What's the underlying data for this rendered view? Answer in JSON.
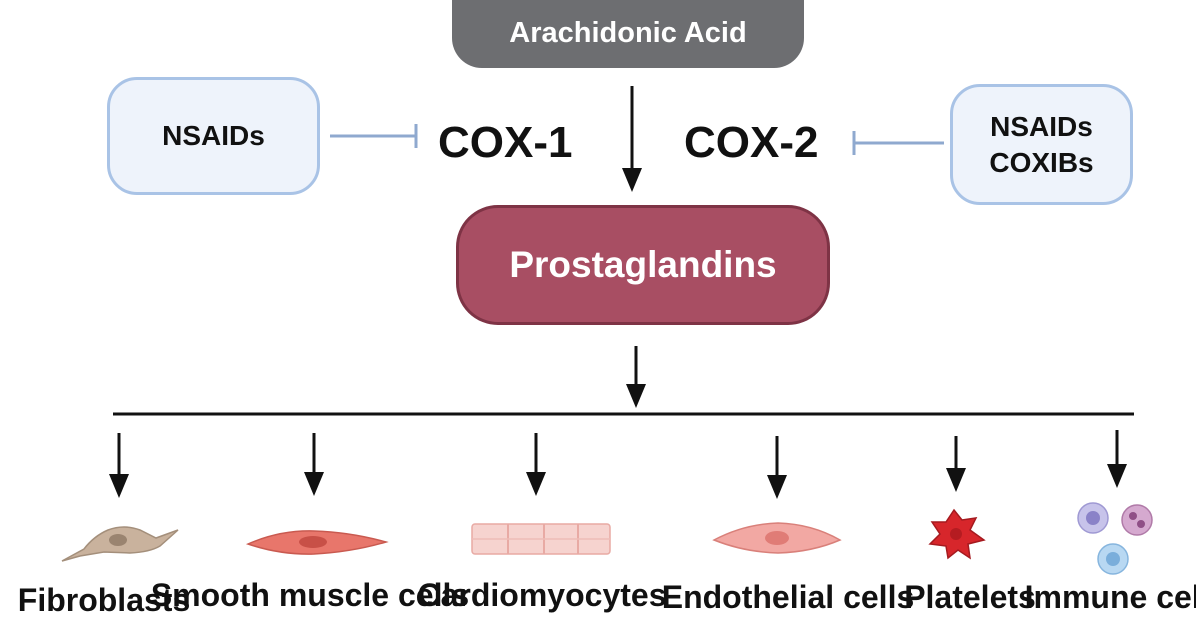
{
  "source": {
    "label": "Arachidonic Acid"
  },
  "inhibitors": {
    "left": [
      "NSAIDs"
    ],
    "right": [
      "NSAIDs",
      "COXIBs"
    ]
  },
  "enzymes": {
    "cox1": "COX-1",
    "cox2": "COX-2"
  },
  "product": {
    "label": "Prostaglandins"
  },
  "targets": [
    {
      "label": "Fibroblasts",
      "icon": "fibroblast-icon"
    },
    {
      "label": "Smooth muscle cells",
      "icon": "smooth-muscle-cell-icon"
    },
    {
      "label": "Cardiomyocytes",
      "icon": "cardiomyocyte-icon"
    },
    {
      "label": "Endothelial cells",
      "icon": "endothelial-cell-icon"
    },
    {
      "label": "Platelets",
      "icon": "platelet-icon"
    },
    {
      "label": "Immune cells",
      "icon": "immune-cells-icon"
    }
  ],
  "colors": {
    "source": "#6d6e71",
    "product": "#a84e63",
    "inhibitor_border": "#a9c3e6",
    "inhibitor_fill": "#eef3fb",
    "fibroblast": "#c9b29d",
    "muscle": "#e8766b",
    "cardiomyocyte": "#f2c4c0",
    "platelet": "#d7262b",
    "immune": "#b8b3e3"
  }
}
